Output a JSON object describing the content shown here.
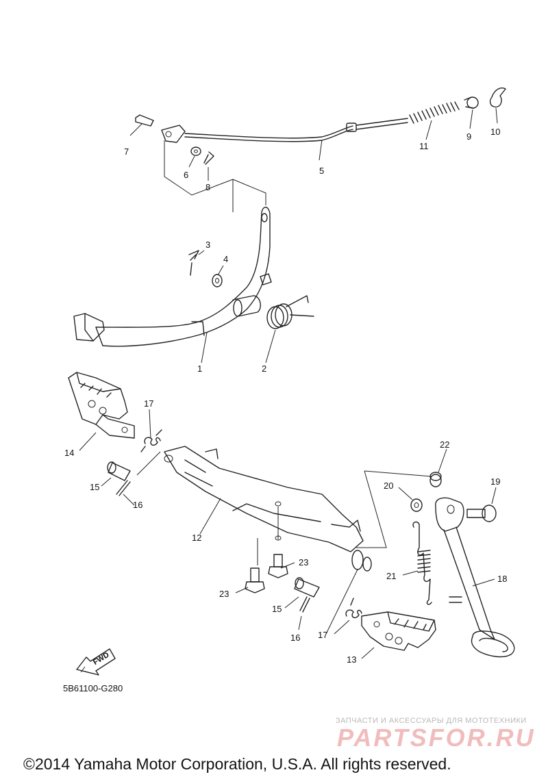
{
  "callouts": [
    "1",
    "2",
    "3",
    "4",
    "5",
    "6",
    "7",
    "8",
    "9",
    "10",
    "11",
    "12",
    "13",
    "14",
    "15",
    "15",
    "16",
    "16",
    "17",
    "17",
    "18",
    "19",
    "20",
    "21",
    "22",
    "23",
    "23"
  ],
  "fwd_label": "FWD",
  "diagram_code": "5B61100-G280",
  "watermark": {
    "tagline": "ЗАПЧАСТИ И АКСЕССУАРЫ ДЛЯ МОТОТЕХНИКИ",
    "brand": "PARTSFOR.RU"
  },
  "copyright": "©2014 Yamaha Motor Corporation, U.S.A. All rights reserved."
}
